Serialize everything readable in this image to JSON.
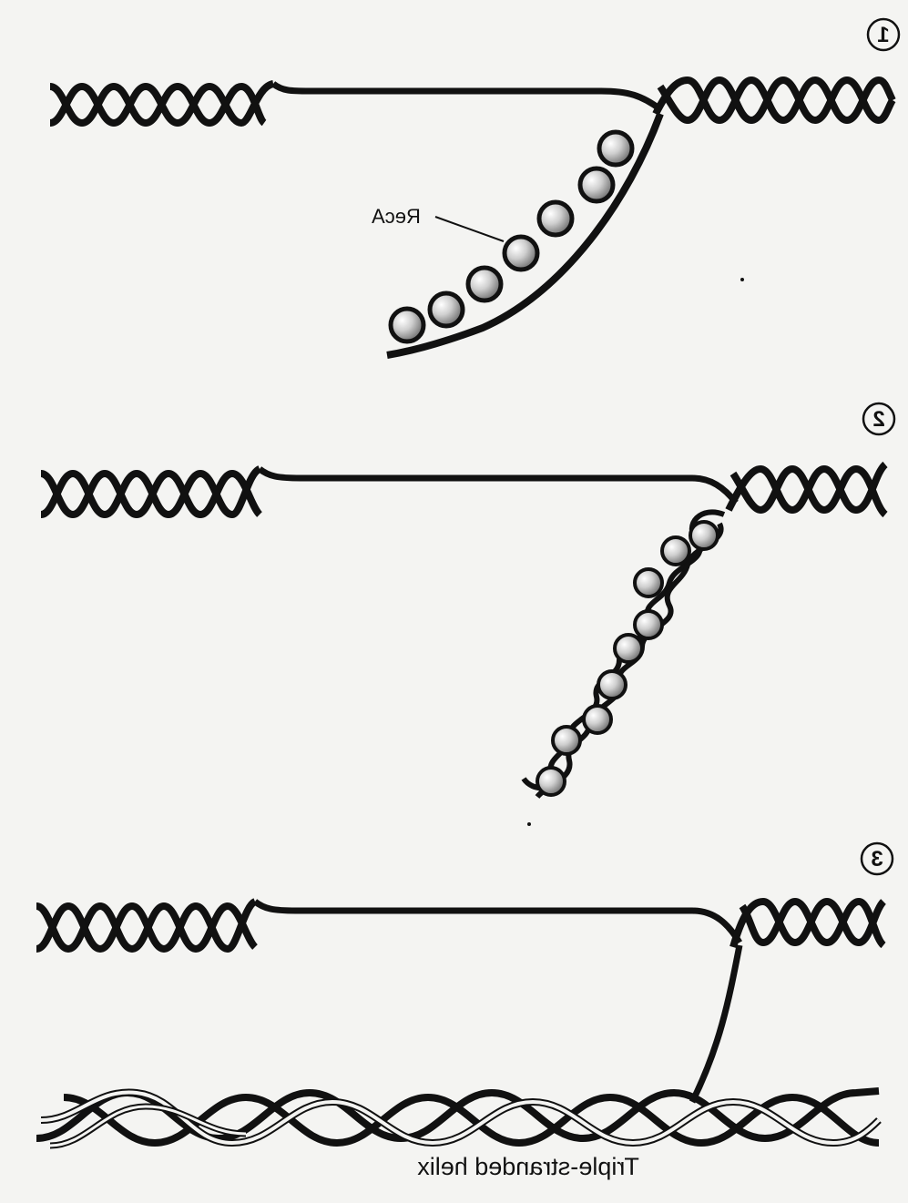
{
  "colors": {
    "ink": "#111111",
    "paper": "#f4f4f2",
    "bead_fill": "#d8d8d8",
    "bead_highlight": "#ffffff"
  },
  "panels": [
    {
      "step": "1",
      "label": "RecA"
    },
    {
      "step": "2"
    },
    {
      "step": "3",
      "label": "Triple-stranded helix"
    }
  ]
}
